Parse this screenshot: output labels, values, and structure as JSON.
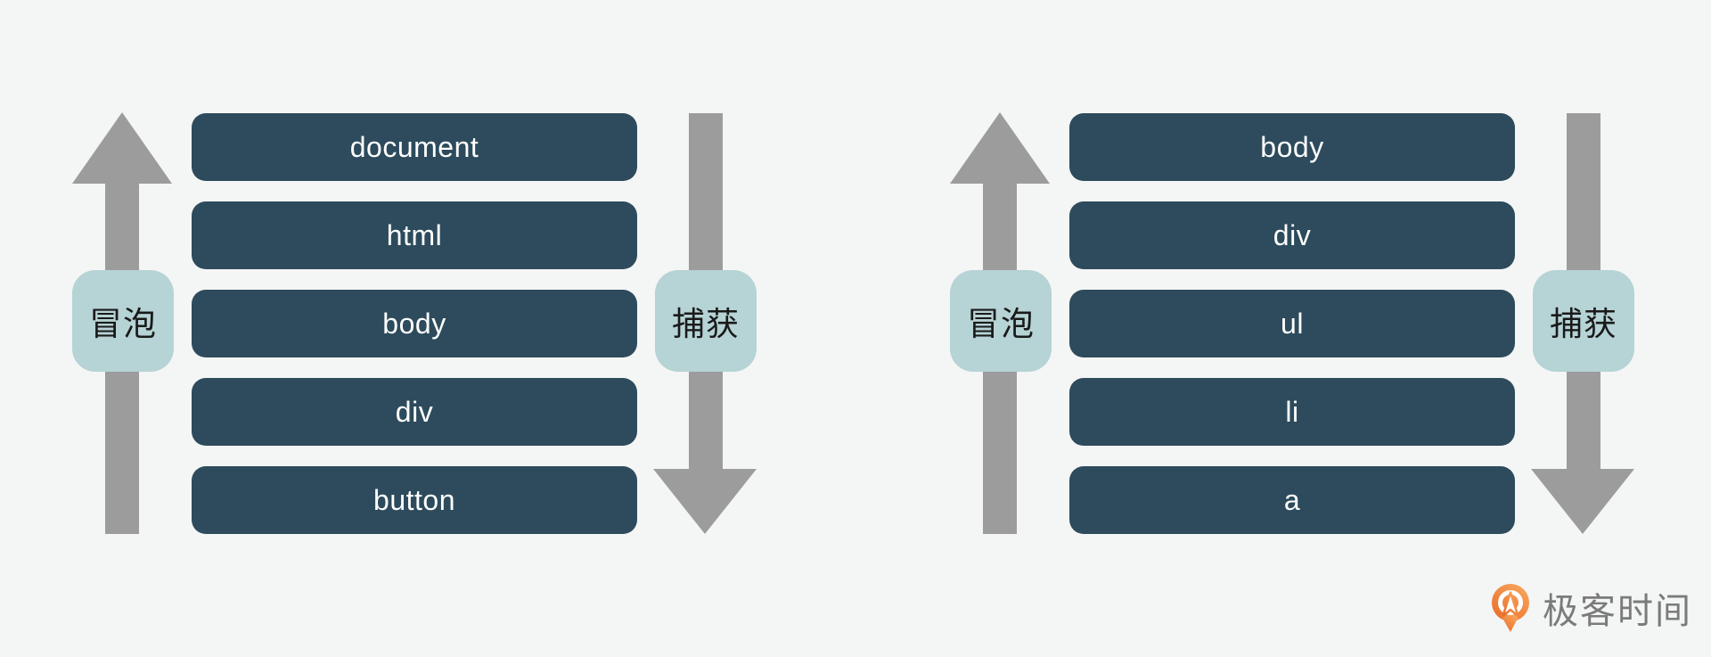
{
  "colors": {
    "bg": "#f4f5f5",
    "node_bg": "#2d4b5c",
    "node_text": "#ffffff",
    "arrow": "#9c9c9c",
    "label_bg": "#b6d3d5",
    "label_text": "#1a1a1a",
    "logo_text_color": "#7b7b7b",
    "logo_orange_start": "#f9a45b",
    "logo_orange_end": "#e8702c"
  },
  "diagrams": [
    {
      "bubble_label": "冒泡",
      "capture_label": "捕获",
      "nodes": [
        "document",
        "html",
        "body",
        "div",
        "button"
      ]
    },
    {
      "bubble_label": "冒泡",
      "capture_label": "捕获",
      "nodes": [
        "body",
        "div",
        "ul",
        "li",
        "a"
      ]
    }
  ],
  "icons": {
    "bubble": "arrow-up-icon",
    "capture": "arrow-down-icon",
    "logo": "geektime-pin-icon"
  },
  "logo": {
    "text": "极客时间"
  }
}
